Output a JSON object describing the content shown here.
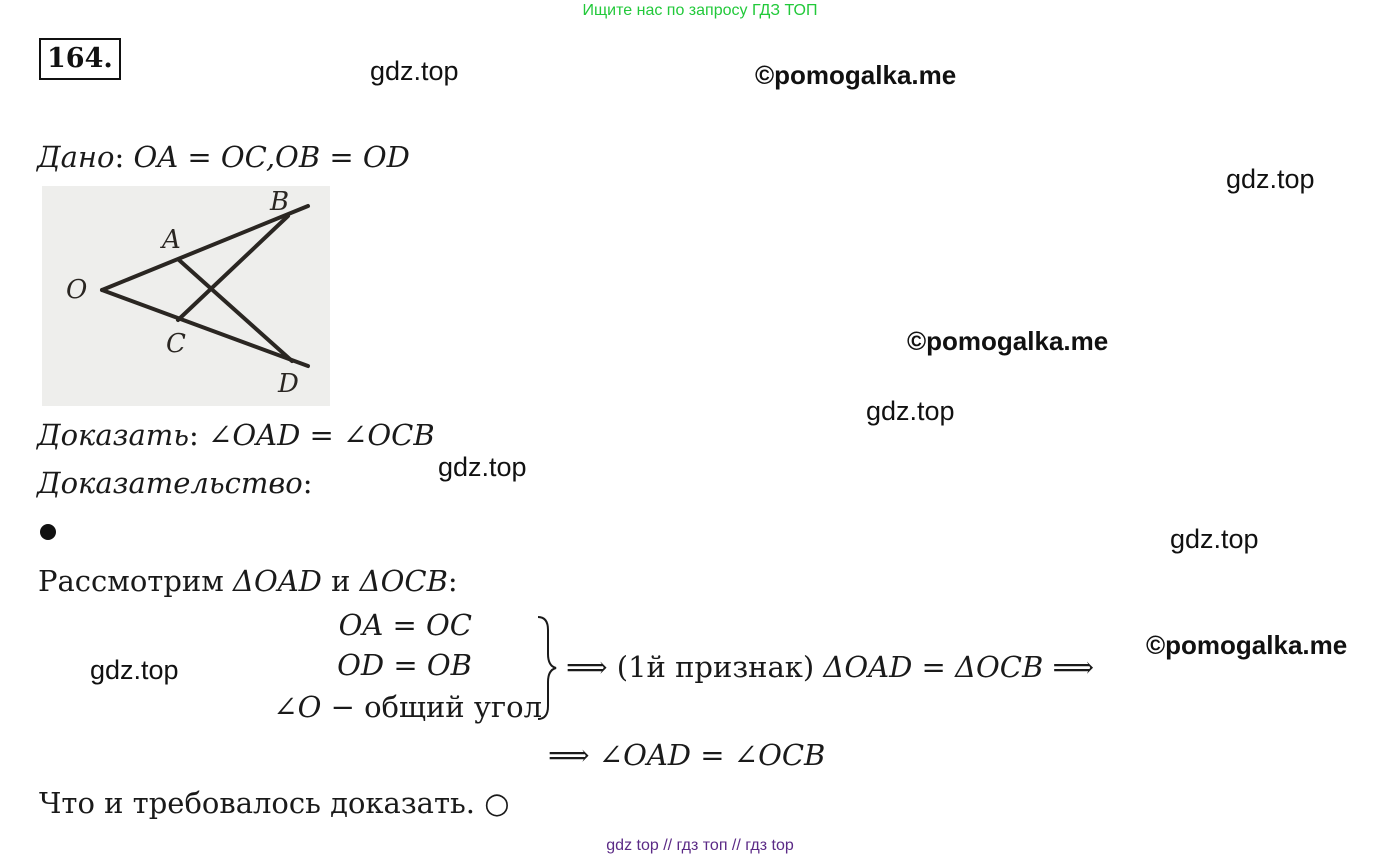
{
  "top_banner": "Ищите нас по запросу ГДЗ ТОП",
  "problem_number": "164.",
  "watermarks": {
    "gdz": "gdz.top",
    "pomogalka": "©pomogalka.me"
  },
  "given": {
    "label": "Дано",
    "colon": ":",
    "expr": "OA = OC,OB = OD"
  },
  "figure": {
    "labels": {
      "O": "O",
      "A": "A",
      "B": "B",
      "C": "C",
      "D": "D"
    }
  },
  "prove": {
    "label": "Доказать",
    "colon": ":",
    "expr": "∠OAD = ∠OCB"
  },
  "proof": {
    "label": "Доказательство",
    "colon": ":",
    "consider_prefix": "Рассмотрим ",
    "consider_t1": "ΔOAD",
    "consider_and": " и ",
    "consider_t2": "ΔOCB",
    "consider_colon": ":",
    "cond1": "OA = OC",
    "cond2": "OD = OB",
    "cond3_angle": "∠O",
    "cond3_text": " − общий угол",
    "implies_1": "⟹ (1й признак) ",
    "implies_eq": "ΔOAD = ΔOCB",
    "implies_arrow": " ⟹",
    "conclusion": "⟹ ∠OAD = ∠OCB",
    "qed": "Что и требовалось доказать. ○"
  },
  "bottom_nav": "gdz top  //  гдз топ  //  гдз top"
}
